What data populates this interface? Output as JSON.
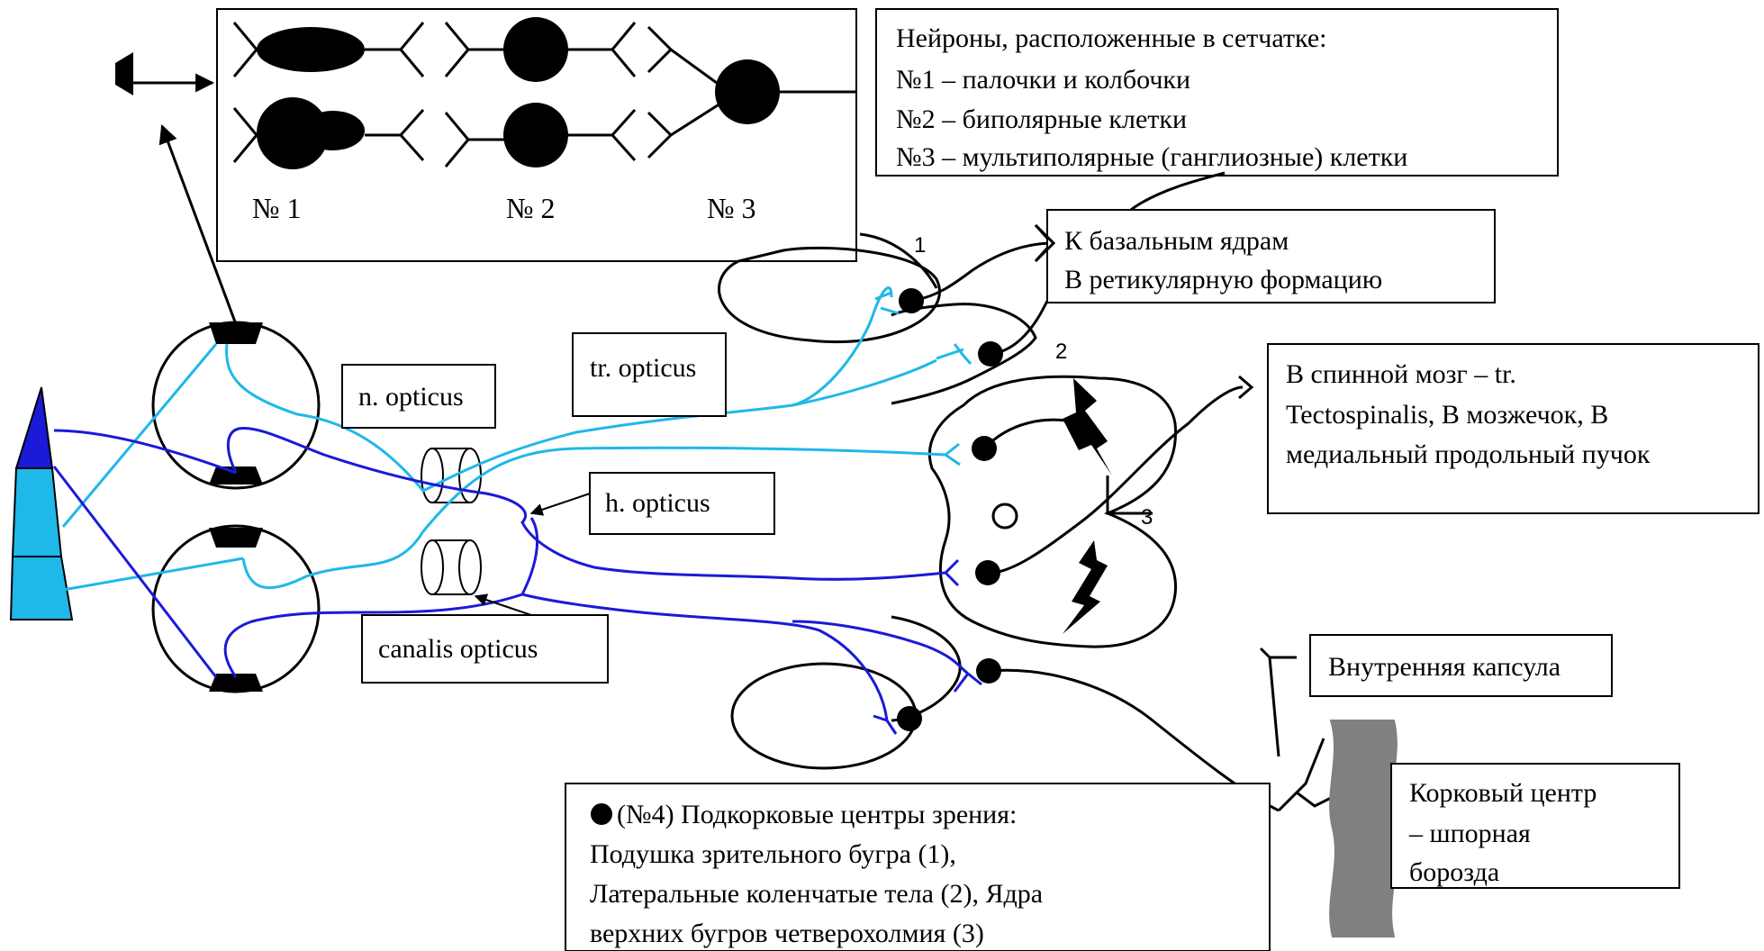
{
  "neuron_box": {
    "labels": [
      "№ 1",
      "№ 2",
      "№ 3"
    ]
  },
  "legend_retina": {
    "title": "Нейроны, расположенные в сетчатке:",
    "lines": [
      "№1 – палочки и колбочки",
      "№2 – биполярные клетки",
      "№3 – мультиполярные (ганглиозные) клетки"
    ]
  },
  "labels": {
    "basal_1": "К базальным ядрам",
    "basal_2": "В ретикулярную формацию",
    "tr_opticus": "tr. opticus",
    "n_opticus": "n. opticus",
    "h_opticus": "h. opticus",
    "canalis_opticus": "canalis opticus",
    "spinal_1": "В спинной мозг – tr.",
    "spinal_2": "Tectospinalis, В мозжечок, В",
    "spinal_3": "медиальный продольный пучок",
    "capsule": "Внутренняя капсула",
    "cortex_1": "Корковый центр",
    "cortex_2": "– шпорная",
    "cortex_3": "борозда",
    "center_1": "1",
    "center_2": "2",
    "center_3": "3"
  },
  "legend_centers": {
    "line1": "(№4) Подкорковые центры зрения:",
    "line2": "Подушка зрительного бугра (1),",
    "line3": "Латеральные коленчатые тела (2), Ядра",
    "line4": "верхних бугров четверохолмия (3)"
  },
  "colors": {
    "light_path": "#1fb8e8",
    "dark_path": "#1a1ad8",
    "cortex": "#808080"
  }
}
